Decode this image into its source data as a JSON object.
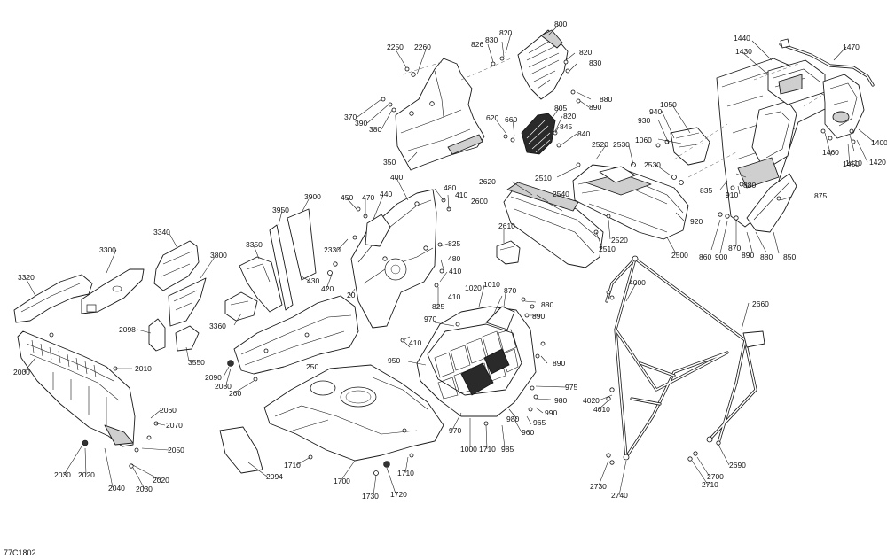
{
  "diagram_code": "77C1802",
  "callouts": [
    {
      "id": "2250",
      "text": "2250"
    },
    {
      "id": "2260",
      "text": "2260"
    },
    {
      "id": "370",
      "text": "370"
    },
    {
      "id": "390",
      "text": "390"
    },
    {
      "id": "380",
      "text": "380"
    },
    {
      "id": "350",
      "text": "350"
    },
    {
      "id": "826",
      "text": "826"
    },
    {
      "id": "830a",
      "text": "830"
    },
    {
      "id": "820a",
      "text": "820"
    },
    {
      "id": "800",
      "text": "800"
    },
    {
      "id": "820b",
      "text": "820"
    },
    {
      "id": "830b",
      "text": "830"
    },
    {
      "id": "880a",
      "text": "880"
    },
    {
      "id": "890a",
      "text": "890"
    },
    {
      "id": "620",
      "text": "620"
    },
    {
      "id": "660",
      "text": "660"
    },
    {
      "id": "805",
      "text": "805"
    },
    {
      "id": "820c",
      "text": "820"
    },
    {
      "id": "845",
      "text": "845"
    },
    {
      "id": "840",
      "text": "840"
    },
    {
      "id": "1440",
      "text": "1440"
    },
    {
      "id": "1430",
      "text": "1430"
    },
    {
      "id": "1470",
      "text": "1470"
    },
    {
      "id": "1050",
      "text": "1050"
    },
    {
      "id": "940",
      "text": "940"
    },
    {
      "id": "930",
      "text": "930"
    },
    {
      "id": "1060",
      "text": "1060"
    },
    {
      "id": "2530a",
      "text": "2530"
    },
    {
      "id": "2520a",
      "text": "2520"
    },
    {
      "id": "2510a",
      "text": "2510"
    },
    {
      "id": "2530b",
      "text": "2530"
    },
    {
      "id": "1400",
      "text": "1400"
    },
    {
      "id": "1460",
      "text": "1460"
    },
    {
      "id": "1450",
      "text": "1450"
    },
    {
      "id": "1410",
      "text": "1410"
    },
    {
      "id": "1420",
      "text": "1420"
    },
    {
      "id": "880b",
      "text": "880"
    },
    {
      "id": "835",
      "text": "835"
    },
    {
      "id": "910",
      "text": "910"
    },
    {
      "id": "875",
      "text": "875"
    },
    {
      "id": "2620",
      "text": "2620"
    },
    {
      "id": "2540",
      "text": "2540"
    },
    {
      "id": "2600",
      "text": "2600"
    },
    {
      "id": "920",
      "text": "920"
    },
    {
      "id": "2520b",
      "text": "2520"
    },
    {
      "id": "2510b",
      "text": "2510"
    },
    {
      "id": "2500",
      "text": "2500"
    },
    {
      "id": "860",
      "text": "860"
    },
    {
      "id": "900",
      "text": "900"
    },
    {
      "id": "870a",
      "text": "870"
    },
    {
      "id": "890b",
      "text": "890"
    },
    {
      "id": "880c",
      "text": "880"
    },
    {
      "id": "850",
      "text": "850"
    },
    {
      "id": "400",
      "text": "400"
    },
    {
      "id": "480a",
      "text": "480"
    },
    {
      "id": "410a",
      "text": "410"
    },
    {
      "id": "450",
      "text": "450"
    },
    {
      "id": "470",
      "text": "470"
    },
    {
      "id": "440",
      "text": "440"
    },
    {
      "id": "3900",
      "text": "3900"
    },
    {
      "id": "3950",
      "text": "3950"
    },
    {
      "id": "2330",
      "text": "2330"
    },
    {
      "id": "825a",
      "text": "825"
    },
    {
      "id": "2610",
      "text": "2610"
    },
    {
      "id": "3340",
      "text": "3340"
    },
    {
      "id": "3300",
      "text": "3300"
    },
    {
      "id": "3350",
      "text": "3350"
    },
    {
      "id": "3800",
      "text": "3800"
    },
    {
      "id": "3320",
      "text": "3320"
    },
    {
      "id": "480b",
      "text": "480"
    },
    {
      "id": "410b",
      "text": "410"
    },
    {
      "id": "430",
      "text": "430"
    },
    {
      "id": "420",
      "text": "420"
    },
    {
      "id": "20",
      "text": "20"
    },
    {
      "id": "410c",
      "text": "410"
    },
    {
      "id": "1010",
      "text": "1010"
    },
    {
      "id": "1020",
      "text": "1020"
    },
    {
      "id": "870b",
      "text": "870"
    },
    {
      "id": "880d",
      "text": "880"
    },
    {
      "id": "890c",
      "text": "890"
    },
    {
      "id": "4000",
      "text": "4000"
    },
    {
      "id": "2660",
      "text": "2660"
    },
    {
      "id": "3360",
      "text": "3360"
    },
    {
      "id": "825b",
      "text": "825"
    },
    {
      "id": "970a",
      "text": "970"
    },
    {
      "id": "2098",
      "text": "2098"
    },
    {
      "id": "410d",
      "text": "410"
    },
    {
      "id": "3550",
      "text": "3550"
    },
    {
      "id": "250",
      "text": "250"
    },
    {
      "id": "950",
      "text": "950"
    },
    {
      "id": "890d",
      "text": "890"
    },
    {
      "id": "2000",
      "text": "2000"
    },
    {
      "id": "2010",
      "text": "2010"
    },
    {
      "id": "2090",
      "text": "2090"
    },
    {
      "id": "2080",
      "text": "2080"
    },
    {
      "id": "260",
      "text": "260"
    },
    {
      "id": "975",
      "text": "975"
    },
    {
      "id": "4020",
      "text": "4020"
    },
    {
      "id": "4010",
      "text": "4010"
    },
    {
      "id": "980a",
      "text": "980"
    },
    {
      "id": "990",
      "text": "990"
    },
    {
      "id": "965",
      "text": "965"
    },
    {
      "id": "2060",
      "text": "2060"
    },
    {
      "id": "2070",
      "text": "2070"
    },
    {
      "id": "2050",
      "text": "2050"
    },
    {
      "id": "970b",
      "text": "970"
    },
    {
      "id": "960",
      "text": "960"
    },
    {
      "id": "980b",
      "text": "980"
    },
    {
      "id": "1000",
      "text": "1000"
    },
    {
      "id": "1710a",
      "text": "1710"
    },
    {
      "id": "985",
      "text": "985"
    },
    {
      "id": "2030a",
      "text": "2030"
    },
    {
      "id": "2020a",
      "text": "2020"
    },
    {
      "id": "2040",
      "text": "2040"
    },
    {
      "id": "2020b",
      "text": "2020"
    },
    {
      "id": "2030b",
      "text": "2030"
    },
    {
      "id": "2094",
      "text": "2094"
    },
    {
      "id": "1710b",
      "text": "1710"
    },
    {
      "id": "1700",
      "text": "1700"
    },
    {
      "id": "1710c",
      "text": "1710"
    },
    {
      "id": "1730",
      "text": "1730"
    },
    {
      "id": "1720",
      "text": "1720"
    },
    {
      "id": "2690",
      "text": "2690"
    },
    {
      "id": "2700",
      "text": "2700"
    },
    {
      "id": "2710",
      "text": "2710"
    },
    {
      "id": "2730",
      "text": "2730"
    },
    {
      "id": "2740",
      "text": "2740"
    }
  ]
}
